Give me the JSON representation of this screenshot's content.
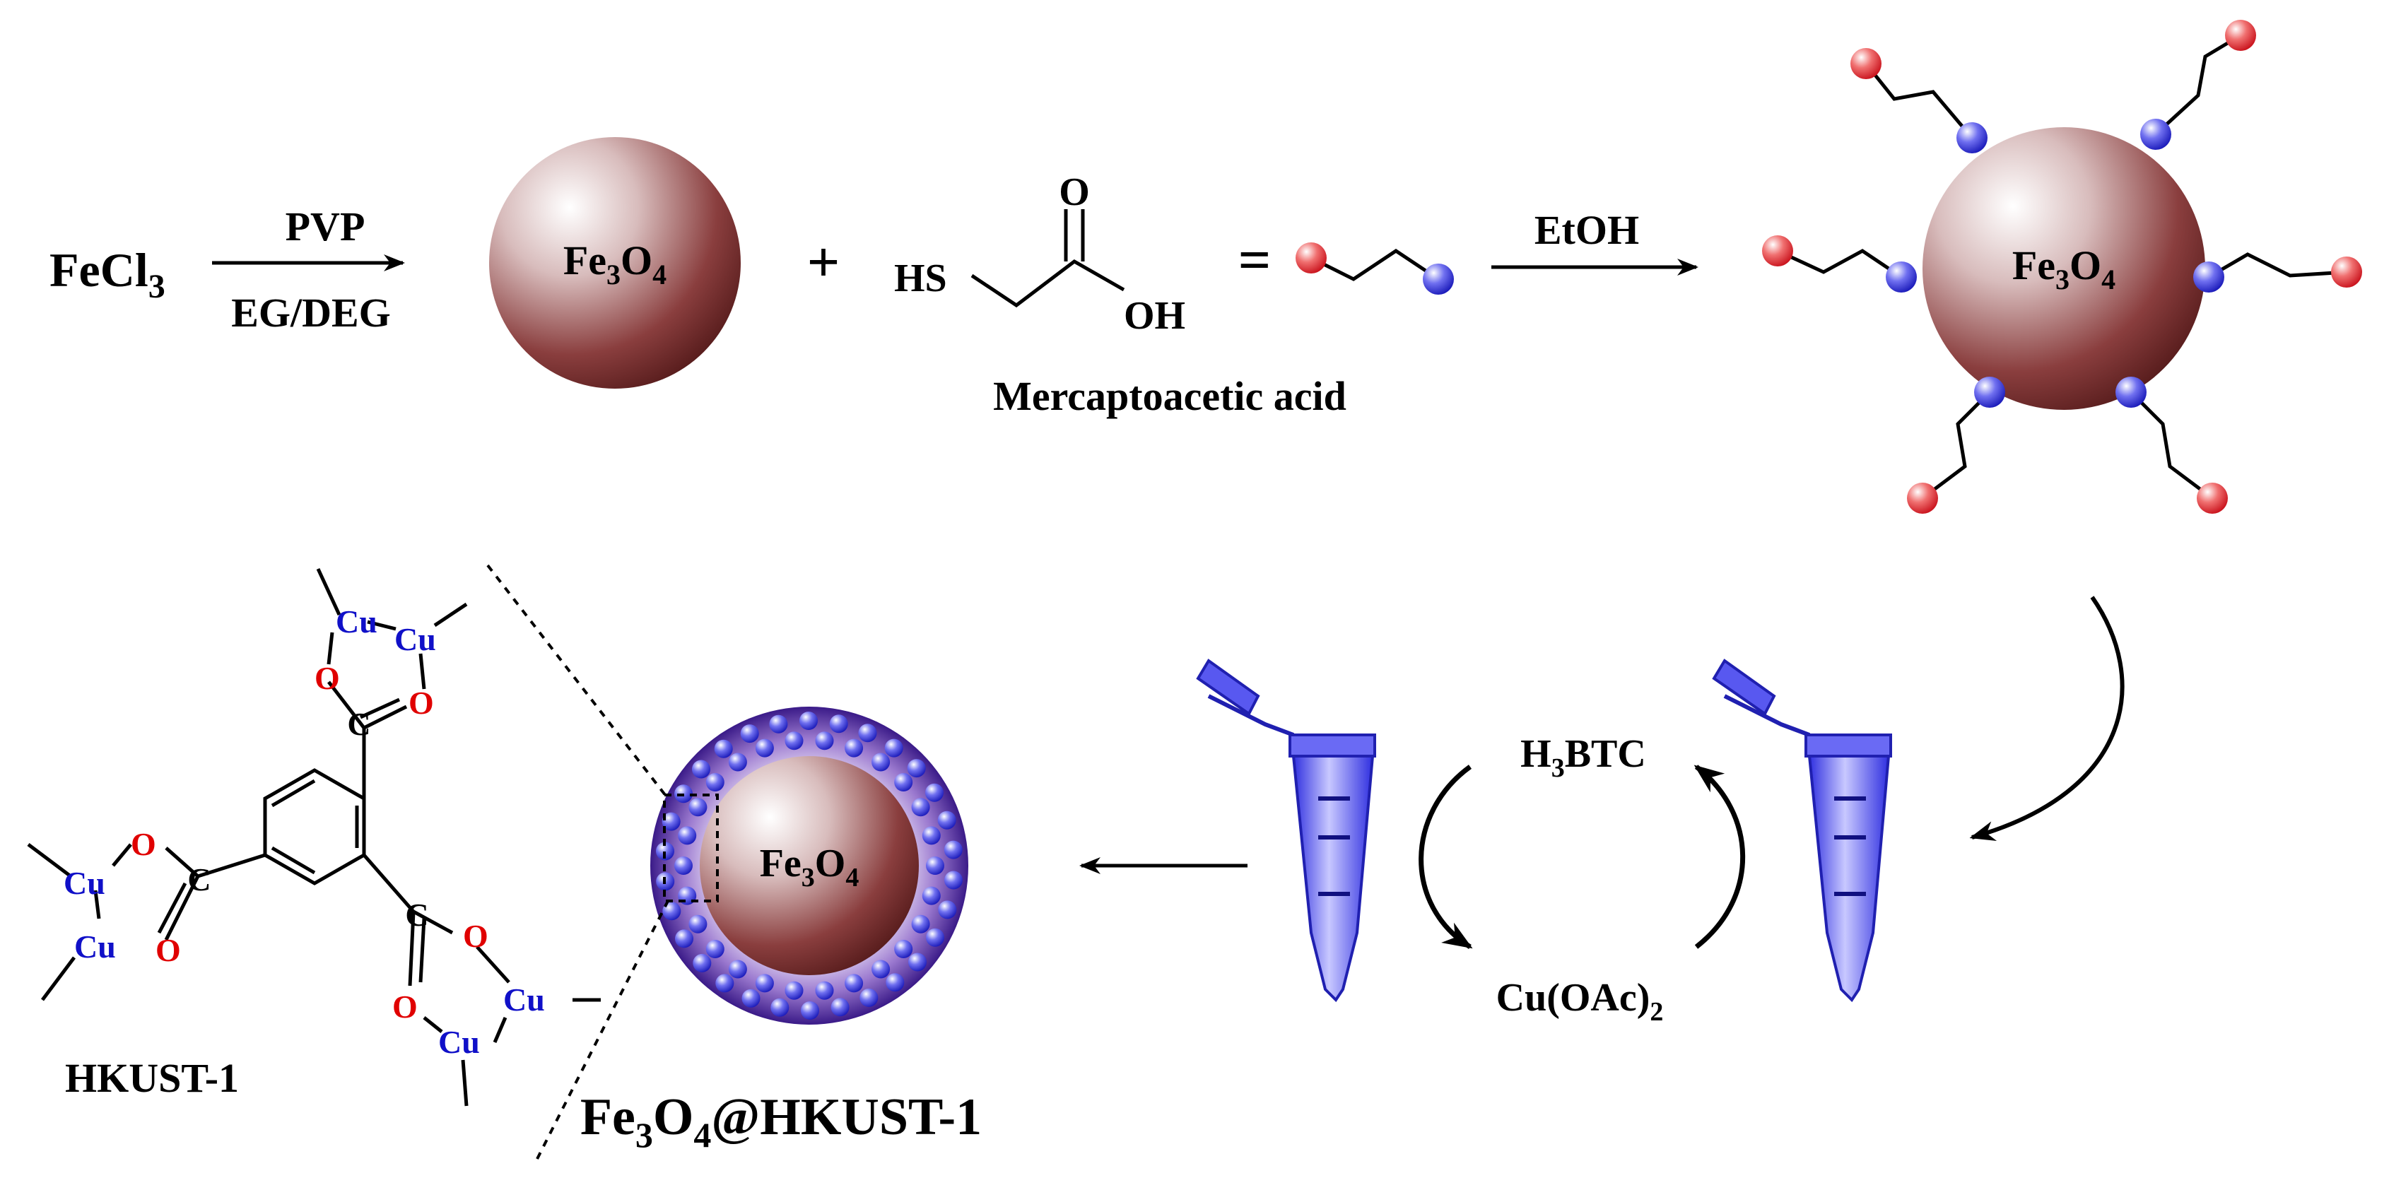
{
  "colors": {
    "sphere_light": "#ffffff",
    "sphere_dark": "#6e2a2a",
    "red_ball": "#e8202a",
    "blue_ball": "#2a2ad8",
    "mof_shell_inner": "#f0eaf8",
    "mof_shell_outer": "#3c1e8c",
    "tube": "#3a3aee",
    "cu_text": "#1010c8",
    "o_text": "#e00000",
    "ink": "#000000"
  },
  "row1": {
    "reactant": "FeCl",
    "reactant_sub": "3",
    "cond_top": "PVP",
    "cond_bottom": "EG/DEG",
    "plus": "+",
    "equals": "="
  },
  "core": {
    "fe": "Fe",
    "sub3": "3",
    "o": "O",
    "sub4": "4"
  },
  "acid": {
    "hs": "HS",
    "o": "O",
    "oh": "OH",
    "name": "Mercaptoacetic acid"
  },
  "arrow_etoh": {
    "label": "EtOH"
  },
  "cycle": {
    "reagent_top": "H",
    "reagent_top_sub": "3",
    "reagent_top_rest": "BTC",
    "reagent_bottom": "Cu(OAc)",
    "reagent_bottom_sub": "2"
  },
  "hkust": {
    "label": "HKUST-1",
    "cu": "Cu",
    "o": "O",
    "c": "C",
    "cu_o": "Cu–O"
  },
  "composite": {
    "fe": "Fe",
    "sub3": "3",
    "o": "O",
    "sub4": "4",
    "rest": "@HKUST-1"
  }
}
